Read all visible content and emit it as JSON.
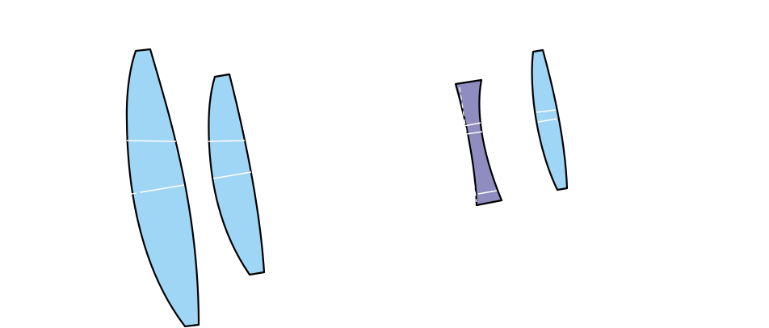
{
  "diagram": {
    "background_color": "#ffffff",
    "outline_color": "#000000",
    "ray_color": "#ffffff",
    "elements": [
      {
        "id": "lens-1",
        "kind": "convex-lens",
        "fill_color": "#a0d6f5"
      },
      {
        "id": "lens-2",
        "kind": "convex-lens",
        "fill_color": "#a0d6f5"
      },
      {
        "id": "lens-3",
        "kind": "concave-lens",
        "fill_color": "#8f8cc0"
      },
      {
        "id": "lens-4",
        "kind": "convex-lens",
        "fill_color": "#a0d6f5"
      }
    ]
  }
}
